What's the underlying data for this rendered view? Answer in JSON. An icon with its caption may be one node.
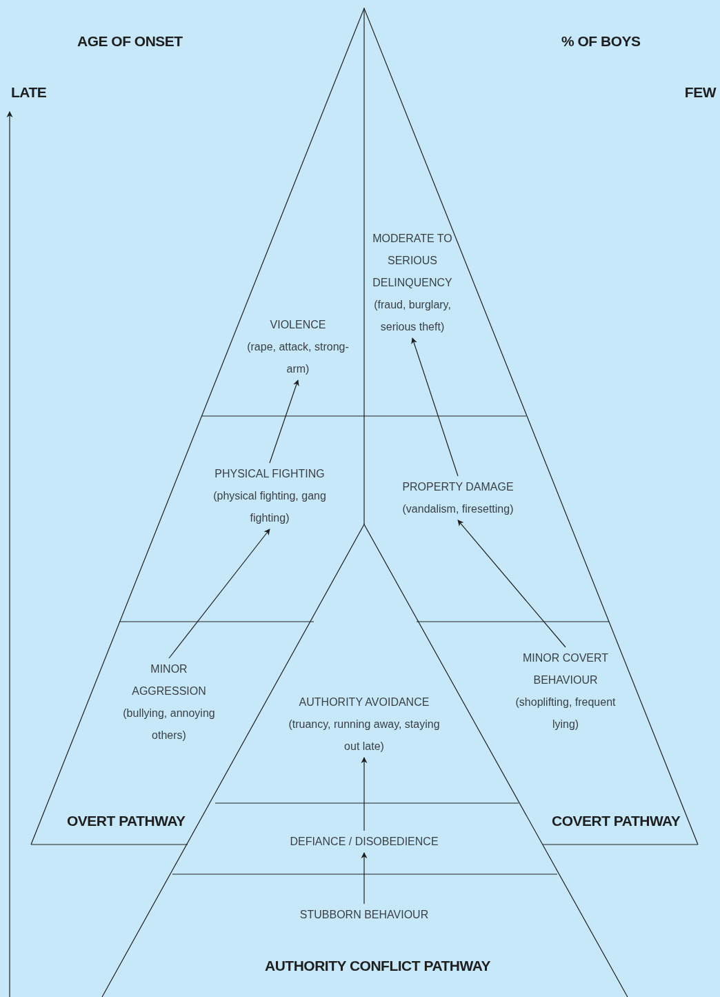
{
  "diagram": {
    "nodes": [
      {
        "text": [
          "VIOLENCE",
          "(rape, attack, strong-arm)"
        ]
      },
      {
        "text": [
          "MODERATE TO SERIOUS DELINQUENCY",
          "(fraud, burglary, serious theft)"
        ]
      },
      {
        "text": [
          "PHYSICAL FIGHTING",
          "(physical fighting, gang fighting)"
        ]
      },
      {
        "text": [
          "PROPERTY DAMAGE",
          "(vandalism, firesetting)"
        ]
      },
      {
        "text": [
          "MINOR AGGRESSION",
          "(bullying, annoying others)"
        ]
      },
      {
        "text": [
          "AUTHORITY AVOIDANCE",
          "(truancy, running away, staying out late)"
        ]
      },
      {
        "text": [
          "MINOR COVERT BEHAVIOUR",
          "(shoplifting, frequent lying)"
        ]
      },
      {
        "text": [
          "DEFIANCE / DISOBEDIENCE"
        ]
      },
      {
        "text": [
          "STUBBORN BEHAVIOUR"
        ]
      }
    ],
    "edges": [
      {
        "from": 4,
        "to": 2,
        "arrow": "to"
      },
      {
        "from": 2,
        "to": 0,
        "arrow": "to"
      },
      {
        "from": 6,
        "to": 3,
        "arrow": "to"
      },
      {
        "from": 3,
        "to": 1,
        "arrow": "to"
      },
      {
        "from": 7,
        "to": 5,
        "arrow": "to"
      },
      {
        "from": 8,
        "to": 7,
        "arrow": "to"
      }
    ],
    "labels": [
      "AGE OF ONSET",
      "% OF BOYS",
      "LATE",
      "FEW",
      "OVERT PATHWAY",
      "COVERT PATHWAY",
      "AUTHORITY CONFLICT PATHWAY"
    ]
  }
}
